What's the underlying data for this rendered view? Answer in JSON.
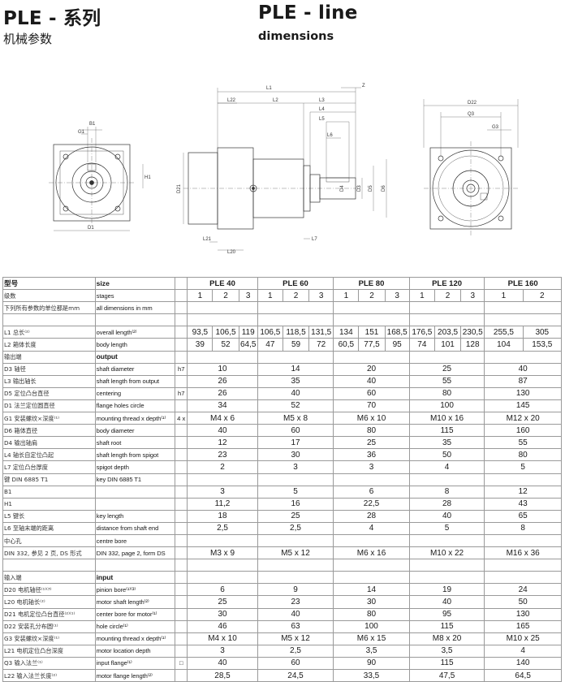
{
  "header": {
    "title_cn": "PLE - 系列",
    "subtitle_cn": "机械参数",
    "title_en": "PLE - line",
    "subtitle_en": "dimensions"
  },
  "drawing_labels": {
    "b1": "B1",
    "g1": "G1",
    "h1": "H1",
    "d1": "D1",
    "l1": "L1",
    "l2": "L2",
    "l22": "L22",
    "l3": "L3",
    "l4": "L4",
    "l5": "L5",
    "l6": "L6",
    "l7": "L7",
    "l20": "L20",
    "l21": "L21",
    "z": "Z",
    "d21": "D21",
    "d3": "D3",
    "d5": "D5",
    "d4": "D4",
    "d6": "D6",
    "d22": "D22",
    "q3": "Q3",
    "g3": "G3"
  },
  "table": {
    "products": [
      "PLE 40",
      "PLE 60",
      "PLE 80",
      "PLE 120",
      "PLE 160"
    ],
    "rows": [
      {
        "cn": "型号",
        "en": "size",
        "unit": "",
        "vals": [],
        "type": "header"
      },
      {
        "cn": "级数",
        "en": "stages",
        "unit": "",
        "vals": [
          "1",
          "2",
          "3",
          "1",
          "2",
          "3",
          "1",
          "2",
          "3",
          "1",
          "2",
          "3",
          "1",
          "2"
        ],
        "type": "stages"
      },
      {
        "cn": "下列所有参数的单位都是mm",
        "en": "all dimensions in mm",
        "unit": "",
        "vals": [],
        "type": "note"
      },
      {
        "cn": "",
        "en": "",
        "unit": "",
        "vals": [],
        "type": "blank"
      },
      {
        "cn": "L1 总长⁽²⁾",
        "en": "overall length⁽²⁾",
        "unit": "",
        "vals": [
          "93,5",
          "106,5",
          "119",
          "106,5",
          "118,5",
          "131,5",
          "134",
          "151",
          "168,5",
          "176,5",
          "203,5",
          "230,5",
          "255,5",
          "305"
        ],
        "type": "stages"
      },
      {
        "cn": "L2 箱体长度",
        "en": "body length",
        "unit": "",
        "vals": [
          "39",
          "52",
          "64,5",
          "47",
          "59",
          "72",
          "60,5",
          "77,5",
          "95",
          "74",
          "101",
          "128",
          "104",
          "153,5"
        ],
        "type": "stages"
      },
      {
        "cn": "输出端",
        "en": "output",
        "unit": "",
        "vals": [],
        "type": "section"
      },
      {
        "cn": "D3 轴径",
        "en": "shaft diameter",
        "unit": "h7",
        "vals": [
          "10",
          "14",
          "20",
          "25",
          "40"
        ],
        "type": "prod"
      },
      {
        "cn": "L3 输出轴长",
        "en": "shaft length from output",
        "unit": "",
        "vals": [
          "26",
          "35",
          "40",
          "55",
          "87"
        ],
        "type": "prod"
      },
      {
        "cn": "D5 定位凸台直径",
        "en": "centering",
        "unit": "h7",
        "vals": [
          "26",
          "40",
          "60",
          "80",
          "130"
        ],
        "type": "prod"
      },
      {
        "cn": "D1 法兰定位圆直径",
        "en": "flange holes circle",
        "unit": "",
        "vals": [
          "34",
          "52",
          "70",
          "100",
          "145"
        ],
        "type": "prod"
      },
      {
        "cn": "G1 安装螺纹×深度⁽¹⁾",
        "en": "mounting thread x depth⁽¹⁾",
        "unit": "4 x",
        "vals": [
          "M4 x 6",
          "M5 x 8",
          "M6 x 10",
          "M10 x 16",
          "M12 x 20"
        ],
        "type": "prod"
      },
      {
        "cn": "D6 箱体直径",
        "en": "body diameter",
        "unit": "",
        "vals": [
          "40",
          "60",
          "80",
          "115",
          "160"
        ],
        "type": "prod"
      },
      {
        "cn": "D4 输出轴肩",
        "en": "shaft root",
        "unit": "",
        "vals": [
          "12",
          "17",
          "25",
          "35",
          "55"
        ],
        "type": "prod"
      },
      {
        "cn": "L4 轴长自定位凸起",
        "en": "shaft length from spigot",
        "unit": "",
        "vals": [
          "23",
          "30",
          "36",
          "50",
          "80"
        ],
        "type": "prod"
      },
      {
        "cn": "L7 定位凸台厚度",
        "en": "spigot depth",
        "unit": "",
        "vals": [
          "2",
          "3",
          "3",
          "4",
          "5"
        ],
        "type": "prod"
      },
      {
        "cn": "键 DIN 6885 T1",
        "en": "key DIN 6885 T1",
        "unit": "",
        "vals": [],
        "type": "note"
      },
      {
        "cn": "B1",
        "en": "",
        "unit": "",
        "vals": [
          "3",
          "5",
          "6",
          "8",
          "12"
        ],
        "type": "prod"
      },
      {
        "cn": "H1",
        "en": "",
        "unit": "",
        "vals": [
          "11,2",
          "16",
          "22,5",
          "28",
          "43"
        ],
        "type": "prod"
      },
      {
        "cn": "L5 键长",
        "en": "key length",
        "unit": "",
        "vals": [
          "18",
          "25",
          "28",
          "40",
          "65"
        ],
        "type": "prod"
      },
      {
        "cn": "L6 至轴末端的距离",
        "en": "distance from shaft end",
        "unit": "",
        "vals": [
          "2,5",
          "2,5",
          "4",
          "5",
          "8"
        ],
        "type": "prod"
      },
      {
        "cn": "中心孔",
        "en": "centre bore",
        "unit": "",
        "vals": [],
        "type": "note"
      },
      {
        "cn": "DIN 332, 参见 2 页, DS 形式",
        "en": "DIN 332, page 2, form DS",
        "unit": "",
        "vals": [
          "M3 x 9",
          "M5 x 12",
          "M6 x 16",
          "M10 x 22",
          "M16 x 36"
        ],
        "type": "prod"
      },
      {
        "cn": "",
        "en": "",
        "unit": "",
        "vals": [],
        "type": "blank"
      },
      {
        "cn": "输入端",
        "en": "input",
        "unit": "",
        "vals": [],
        "type": "section"
      },
      {
        "cn": "D20 电机轴径⁽¹⁾⁽³⁾",
        "en": "pinion bore⁽¹⁾⁽³⁾",
        "unit": "",
        "vals": [
          "6",
          "9",
          "14",
          "19",
          "24"
        ],
        "type": "prod"
      },
      {
        "cn": "L20 电机轴长⁽²⁾",
        "en": "motor shaft length⁽²⁾",
        "unit": "",
        "vals": [
          "25",
          "23",
          "30",
          "40",
          "50"
        ],
        "type": "prod"
      },
      {
        "cn": "D21 电机定位凸台直径⁽²⁾⁽¹⁾",
        "en": "center bore for motor⁽¹⁾",
        "unit": "",
        "vals": [
          "30",
          "40",
          "80",
          "95",
          "130"
        ],
        "type": "prod"
      },
      {
        "cn": "D22 安装孔分布圆⁽¹⁾",
        "en": "hole circle⁽¹⁾",
        "unit": "",
        "vals": [
          "46",
          "63",
          "100",
          "115",
          "165"
        ],
        "type": "prod"
      },
      {
        "cn": "G3 安装螺纹×深度⁽¹⁾",
        "en": "mounting thread x depth⁽¹⁾",
        "unit": "",
        "vals": [
          "M4 x 10",
          "M5 x 12",
          "M6 x 15",
          "M8 x 20",
          "M10 x 25"
        ],
        "type": "prod"
      },
      {
        "cn": "L21 电机定位凸台深度",
        "en": "motor location depth",
        "unit": "",
        "vals": [
          "3",
          "2,5",
          "3,5",
          "3,5",
          "4"
        ],
        "type": "prod"
      },
      {
        "cn": "Q3 输入法兰⁽¹⁾",
        "en": "input flange⁽¹⁾",
        "unit": "□",
        "vals": [
          "40",
          "60",
          "90",
          "115",
          "140"
        ],
        "type": "prod"
      },
      {
        "cn": "L22 输入法兰长度⁽²⁾",
        "en": "motor flange length⁽²⁾",
        "unit": "",
        "vals": [
          "28,5",
          "24,5",
          "33,5",
          "47,5",
          "64,5"
        ],
        "type": "prod"
      }
    ]
  }
}
